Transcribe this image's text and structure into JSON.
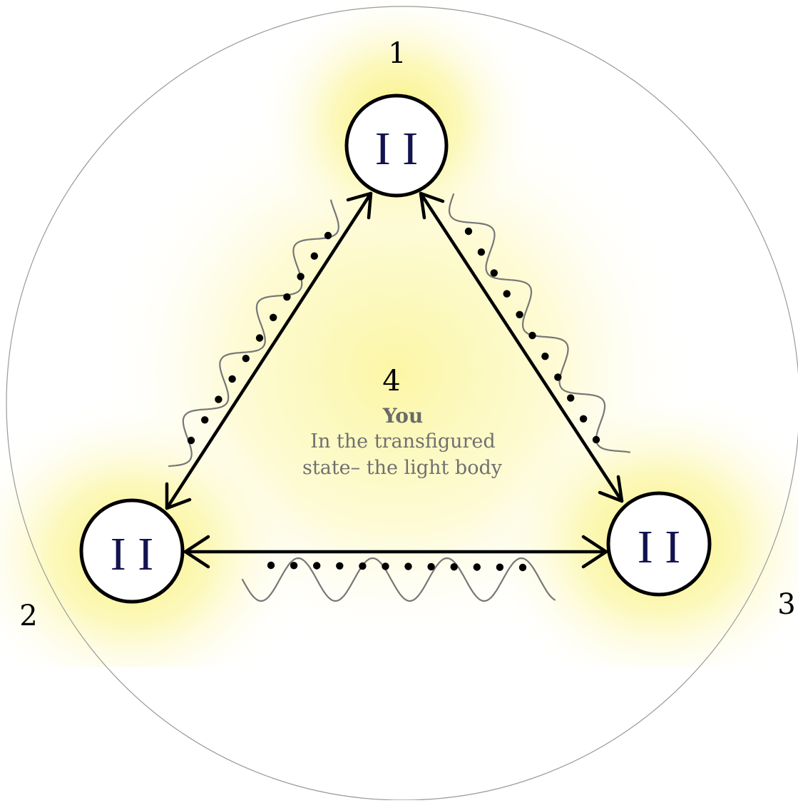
{
  "labels": {
    "top": "1",
    "left": "2",
    "right": "3",
    "center": "4"
  },
  "nodes": {
    "top": "I I",
    "left": "I I",
    "right": "I I"
  },
  "center": {
    "title": "You",
    "line1": "In the transfigured",
    "line2": "state– the light body"
  },
  "colors": {
    "glow": "#fbf59a",
    "node_fill": "#ffffff",
    "node_text": "#13134f",
    "arrows": "#000000",
    "wave": "#777777",
    "outer_circle": "#9a9a9a"
  }
}
